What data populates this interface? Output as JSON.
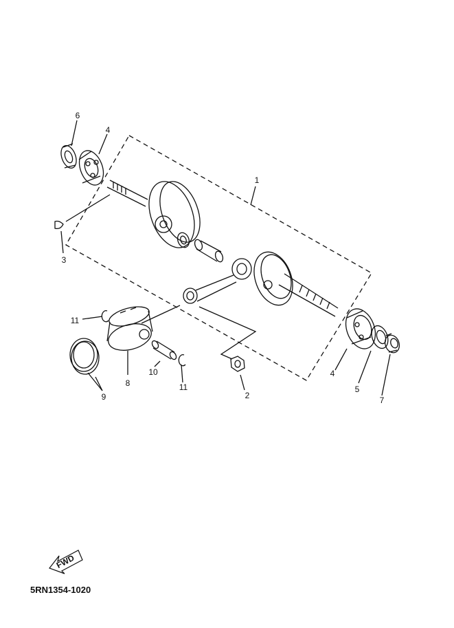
{
  "diagram": {
    "callouts": [
      "1",
      "2",
      "3",
      "4",
      "4",
      "5",
      "6",
      "7",
      "8",
      "9",
      "10",
      "11",
      "11"
    ],
    "fwd_label": "FWD",
    "part_code": "5RN1354-1020"
  }
}
